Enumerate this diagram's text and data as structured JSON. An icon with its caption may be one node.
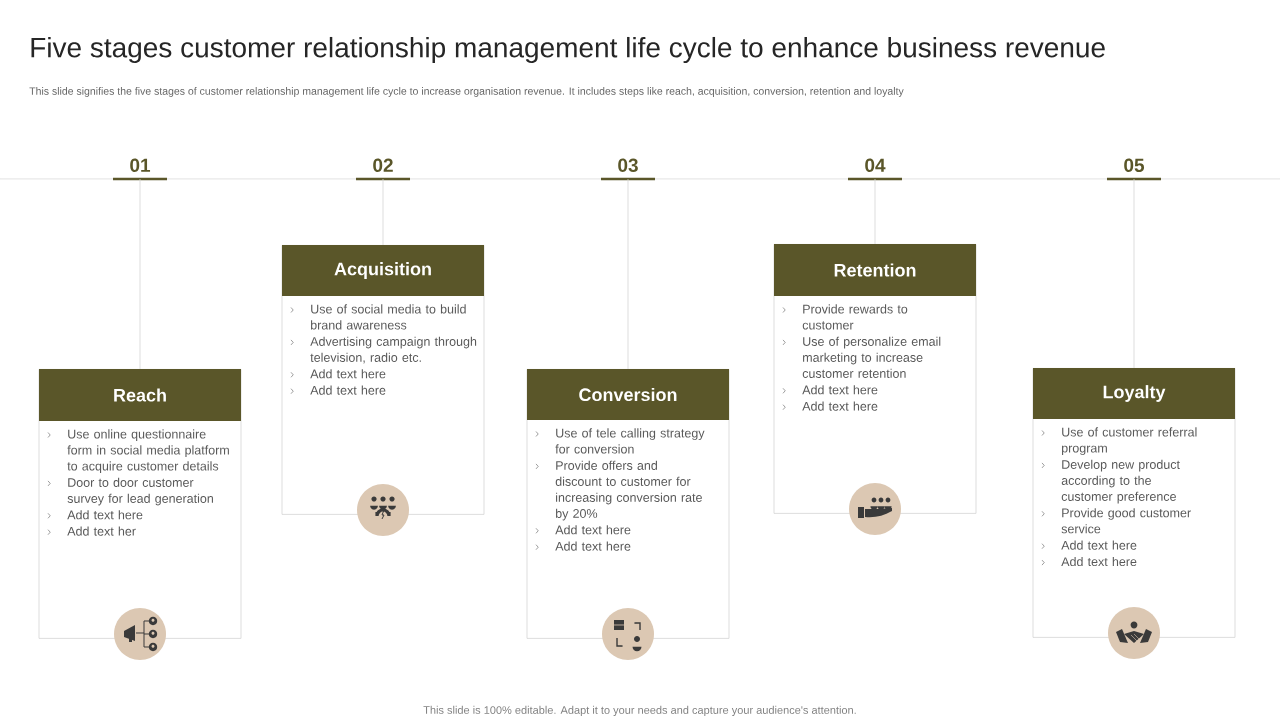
{
  "diagram": {
    "title": "Five stages customer relationship management life cycle to enhance business revenue",
    "nodes": [
      {
        "text": [
          "01"
        ]
      },
      {
        "text": [
          "Reach",
          "Use online questionnaire form in social media platform to acquire customer details",
          "Door to door customer survey for lead generation",
          "Add text here",
          "Add text her"
        ]
      },
      {
        "text": [
          "02"
        ]
      },
      {
        "text": [
          "Acquisition",
          "Use of social media to build brand awareness",
          "Advertising campaign through television, radio etc.",
          "Add text here",
          "Add text here"
        ]
      },
      {
        "text": [
          "03"
        ]
      },
      {
        "text": [
          "Conversion",
          "Use of tele calling strategy for conversion",
          "Provide offers and discount to customer for increasing conversion rate by 20%",
          "Add text here",
          "Add text here"
        ]
      },
      {
        "text": [
          "04"
        ]
      },
      {
        "text": [
          "Retention",
          "Provide rewards to customer",
          "Use of personalize email marketing to increase customer retention",
          "Add text here",
          "Add text here"
        ]
      },
      {
        "text": [
          "05"
        ]
      },
      {
        "text": [
          "Loyalty",
          "Use of customer referral program",
          "Develop new product according to the customer preference",
          "Provide good customer service",
          "Add text here",
          "Add text here"
        ]
      }
    ],
    "edges": [
      {
        "from": 0,
        "to": 1,
        "arrow": "none"
      },
      {
        "from": 2,
        "to": 3,
        "arrow": "none"
      },
      {
        "from": 4,
        "to": 5,
        "arrow": "none"
      },
      {
        "from": 6,
        "to": 7,
        "arrow": "none"
      },
      {
        "from": 8,
        "to": 9,
        "arrow": "none"
      }
    ],
    "labels": [
      "This slide signifies the five stages of customer relationship management life cycle to increase organisation revenue. It includes steps like reach, acquisition, conversion, retention and loyalty",
      "This slide is 100% editable. Adapt it to your needs and capture your audience's attention."
    ]
  }
}
